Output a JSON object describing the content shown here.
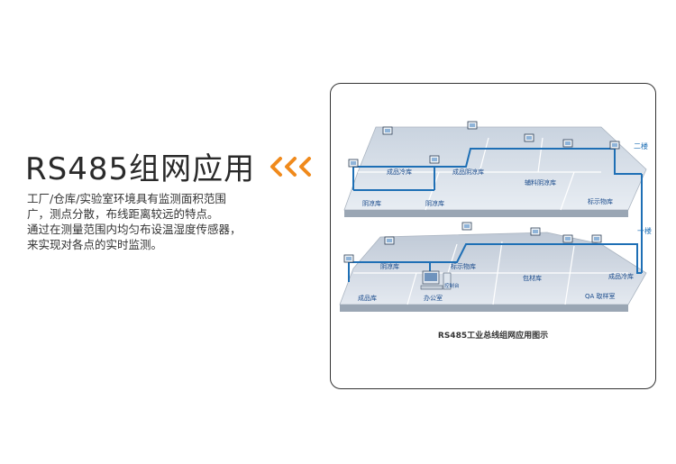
{
  "heading": {
    "title": "RS485组网应用",
    "arrow_color": "#f08a1c"
  },
  "description": {
    "para1": "工厂/仓库/实验室环境具有监测面积范围广，测点分散，布线距离较远的特点。",
    "para2": "通过在测量范围内均匀布设温湿度传感器，来实现对各点的实时监测。"
  },
  "diagram": {
    "caption": "RS485工业总线组网应用图示",
    "floors": {
      "upper": "二楼",
      "lower": "一楼"
    },
    "upper_rooms": {
      "r1": "成品冷库",
      "r2": "成品阴凉库",
      "r3": "辅料阴凉库",
      "r4": "阴凉库",
      "r5": "阴凉库",
      "r6": "标示物库"
    },
    "lower_rooms": {
      "r1": "阴凉库",
      "r2": "标示物库",
      "r3": "包材库",
      "r4": "成品冷库",
      "r5": "成品库",
      "r6": "办公室",
      "r7": "QA 取样室",
      "r8": "控制台"
    },
    "bus_color": "#1e6fb5"
  }
}
